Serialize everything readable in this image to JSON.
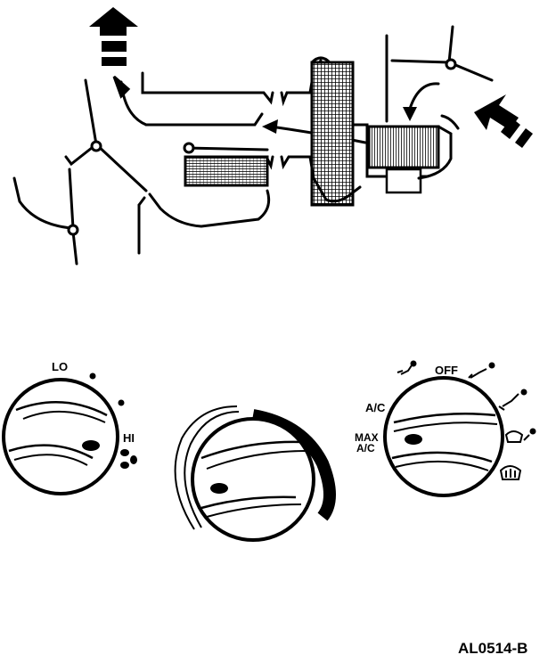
{
  "diagram": {
    "type": "hvac-airflow-and-control-knobs"
  },
  "fan_knob": {
    "lo_label": "LO",
    "hi_label": "HI",
    "icon": "fan-icon"
  },
  "mode_knob": {
    "ac_label": "A/C",
    "off_label": "OFF",
    "max_label": "MAX",
    "max_ac_label": "A/C",
    "icons": [
      "face-vent-icon",
      "face-vent-icon",
      "floor-vent-icon",
      "defrost-floor-icon",
      "defrost-icon"
    ]
  },
  "figure_code": "AL0514-B"
}
